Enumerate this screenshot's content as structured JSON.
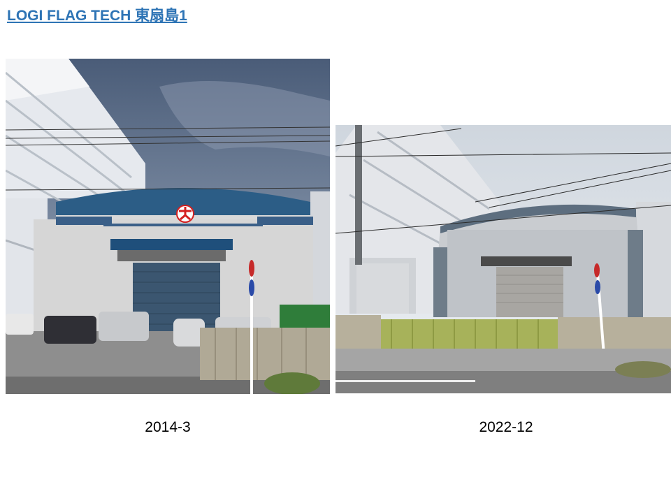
{
  "header": {
    "title": "LOGI FLAG TECH 東扇島1",
    "link_color": "#2e74b5"
  },
  "photos": [
    {
      "caption": "2014-3",
      "alt": "2014-3"
    },
    {
      "caption": "2022-12",
      "alt": "2022-12"
    }
  ],
  "colors": {
    "roof_blue": "#2c5d86",
    "panel_gray": "#d9d9d9",
    "logo_red": "#d42020"
  }
}
